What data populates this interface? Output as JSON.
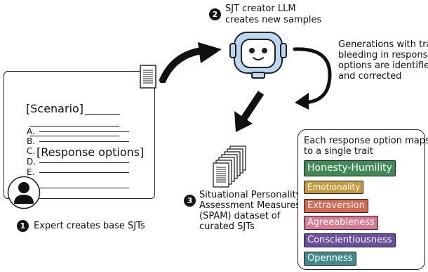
{
  "template": {
    "scenario": "[Scenario]",
    "response_options": "[Response options]",
    "option_letters": [
      "A.",
      "B.",
      "C.",
      "D.",
      "E."
    ]
  },
  "step1": {
    "number": "1",
    "label": "Expert creates base SJTs"
  },
  "step2": {
    "number": "2",
    "line1": "SJT creator LLM",
    "line2": "creates new samples"
  },
  "step3": {
    "number": "3",
    "lines": [
      "Situational Personality",
      "Assessment Measures",
      "(SPAM) dataset of",
      "curated SJTs"
    ]
  },
  "correction_note": [
    "Generations with trait",
    "bleeding in response",
    "options are identified",
    "and corrected"
  ],
  "trait_box": {
    "heading": [
      "Each response option maps",
      "to a single trait"
    ],
    "traits": [
      {
        "label": "Honesty-Humility",
        "color": "#3f8a55"
      },
      {
        "label": "Emotionality",
        "color": "#c49a3c"
      },
      {
        "label": "Extraversion",
        "color": "#d56750"
      },
      {
        "label": "Agreeableness",
        "color": "#d87a93"
      },
      {
        "label": "Conscientiousness",
        "color": "#6a4d9c"
      },
      {
        "label": "Openness",
        "color": "#3f8a8a"
      }
    ]
  }
}
